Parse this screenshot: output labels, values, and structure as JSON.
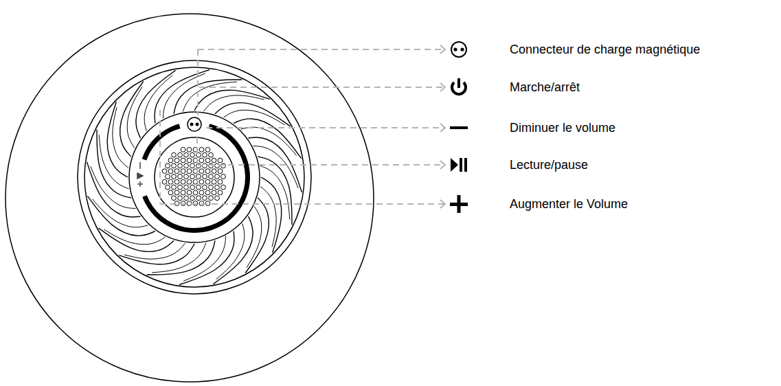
{
  "diagram": {
    "labels": [
      "Connecteur de charge magnétique",
      "Marche/arrêt",
      "Diminuer le volume",
      "Lecture/pause",
      "Augmenter le Volume"
    ]
  }
}
